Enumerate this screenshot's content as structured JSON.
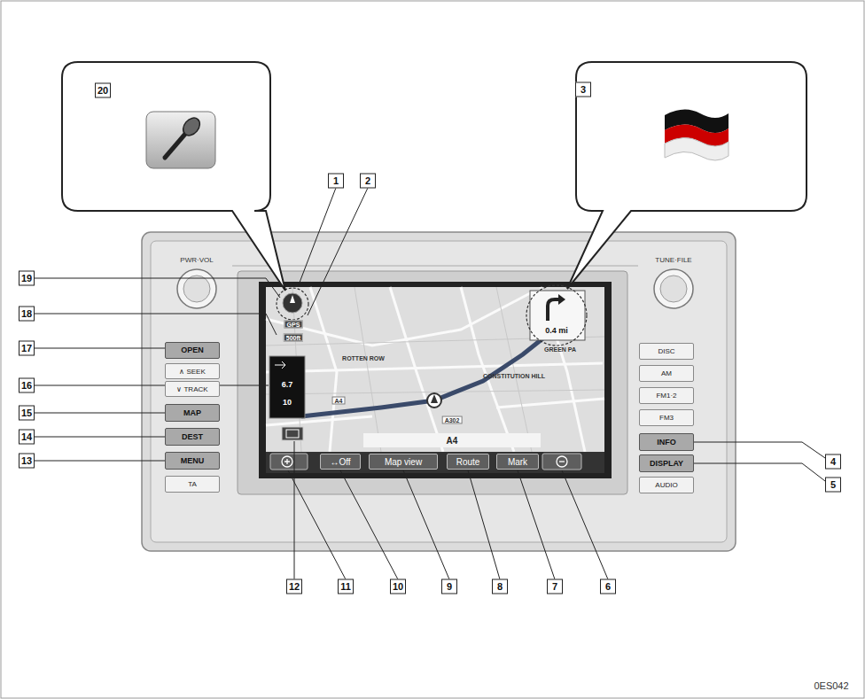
{
  "diagram": {
    "nodes": [
      {
        "text": [
          "OPEN"
        ]
      },
      {
        "text": [
          "∧ SEEK"
        ]
      },
      {
        "text": [
          "∨ TRACK"
        ]
      },
      {
        "text": [
          "MAP"
        ]
      },
      {
        "text": [
          "DEST"
        ]
      },
      {
        "text": [
          "MENU"
        ]
      },
      {
        "text": [
          "TA"
        ]
      },
      {
        "text": [
          "DISC"
        ]
      },
      {
        "text": [
          "AM"
        ]
      },
      {
        "text": [
          "FM1·2"
        ]
      },
      {
        "text": [
          "FM3"
        ]
      },
      {
        "text": [
          "INFO"
        ]
      },
      {
        "text": [
          "DISPLAY"
        ]
      },
      {
        "text": [
          "AUDIO"
        ]
      },
      {
        "text": [
          "↔Off"
        ]
      },
      {
        "text": [
          "Map view"
        ]
      },
      {
        "text": [
          "Route"
        ]
      },
      {
        "text": [
          "Mark"
        ]
      },
      {
        "text": [
          "A4"
        ]
      }
    ],
    "labels": [
      "PWR·VOL",
      "TUNE·FILE",
      "20",
      "3",
      "1",
      "2",
      "19",
      "18",
      "17",
      "16",
      "15",
      "14",
      "13",
      "4",
      "5",
      "12",
      "11",
      "10",
      "9",
      "8",
      "7",
      "6",
      "GPS",
      "500ft",
      "0.4 mi",
      "GREEN PA",
      "ROTTEN ROW",
      "CONSTITUTION HILL",
      "A4",
      "A302",
      "6.7",
      "10",
      "0ES042"
    ]
  }
}
